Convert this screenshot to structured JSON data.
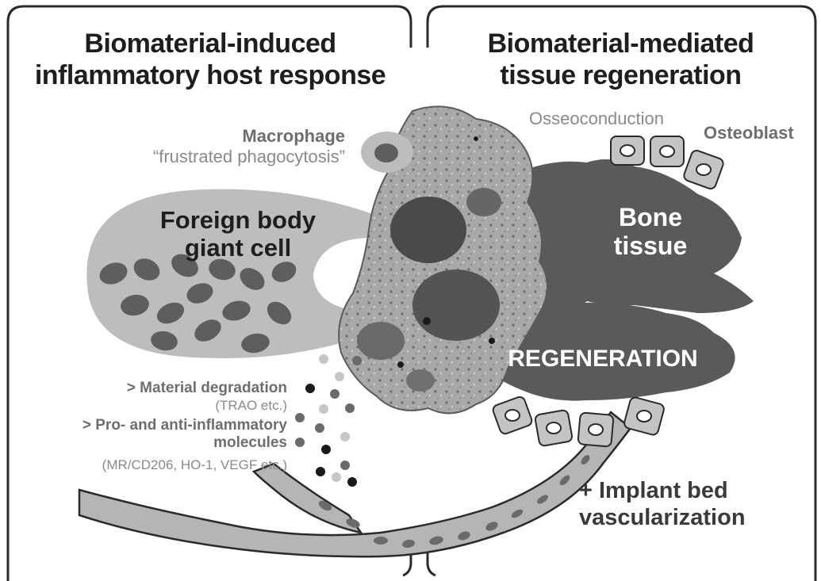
{
  "panels": {
    "left_title_line1": "Biomaterial-induced",
    "left_title_line2": "inflammatory host response",
    "right_title_line1": "Biomaterial-mediated",
    "right_title_line2": "tissue regeneration"
  },
  "labels": {
    "macrophage": "Macrophage",
    "frustrated": "“frustrated phagocytosis”",
    "osseoconduction": "Osseoconduction",
    "osteoblast": "Osteoblast",
    "fbgc_line1": "Foreign body",
    "fbgc_line2": "giant cell",
    "bone_line1": "Bone",
    "bone_line2": "tissue",
    "regeneration": "REGENERATION",
    "degradation": "> Material degradation",
    "trao": "(TRAO etc.)",
    "molecules_line1": "> Pro- and anti-inflammatory",
    "molecules_line2": "molecules",
    "markers": "(MR/CD206, HO-1, VEGF etc.)",
    "vasc_line1": "+ Implant bed",
    "vasc_line2": "vascularization"
  },
  "colors": {
    "dark_gray": "#5a5a5a",
    "mid_gray": "#8e8e8e",
    "light_gray": "#bdbdbd",
    "text_dark": "#1e1e1e",
    "black": "#1a1a1a"
  }
}
